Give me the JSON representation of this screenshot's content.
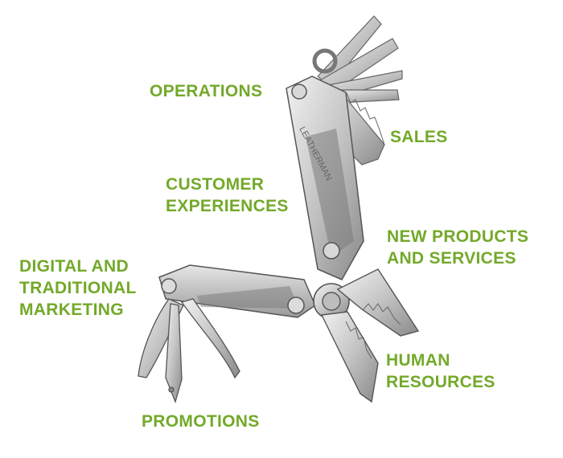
{
  "colors": {
    "label": "#73a92a",
    "steel_light": "#e9e9e9",
    "steel_mid": "#b9b9b9",
    "steel_dark": "#6e6e6e",
    "outline": "#555555"
  },
  "illustration": {
    "icon": "multitool-icon"
  },
  "labels": {
    "operations": "OPERATIONS",
    "sales": "SALES",
    "customer_experiences": "CUSTOMER\nEXPERIENCES",
    "new_products_services": "NEW PRODUCTS\nAND SERVICES",
    "digital_traditional_marketing": "DIGITAL AND\nTRADITIONAL\nMARKETING",
    "human_resources": "HUMAN\nRESOURCES",
    "promotions": "PROMOTIONS"
  }
}
